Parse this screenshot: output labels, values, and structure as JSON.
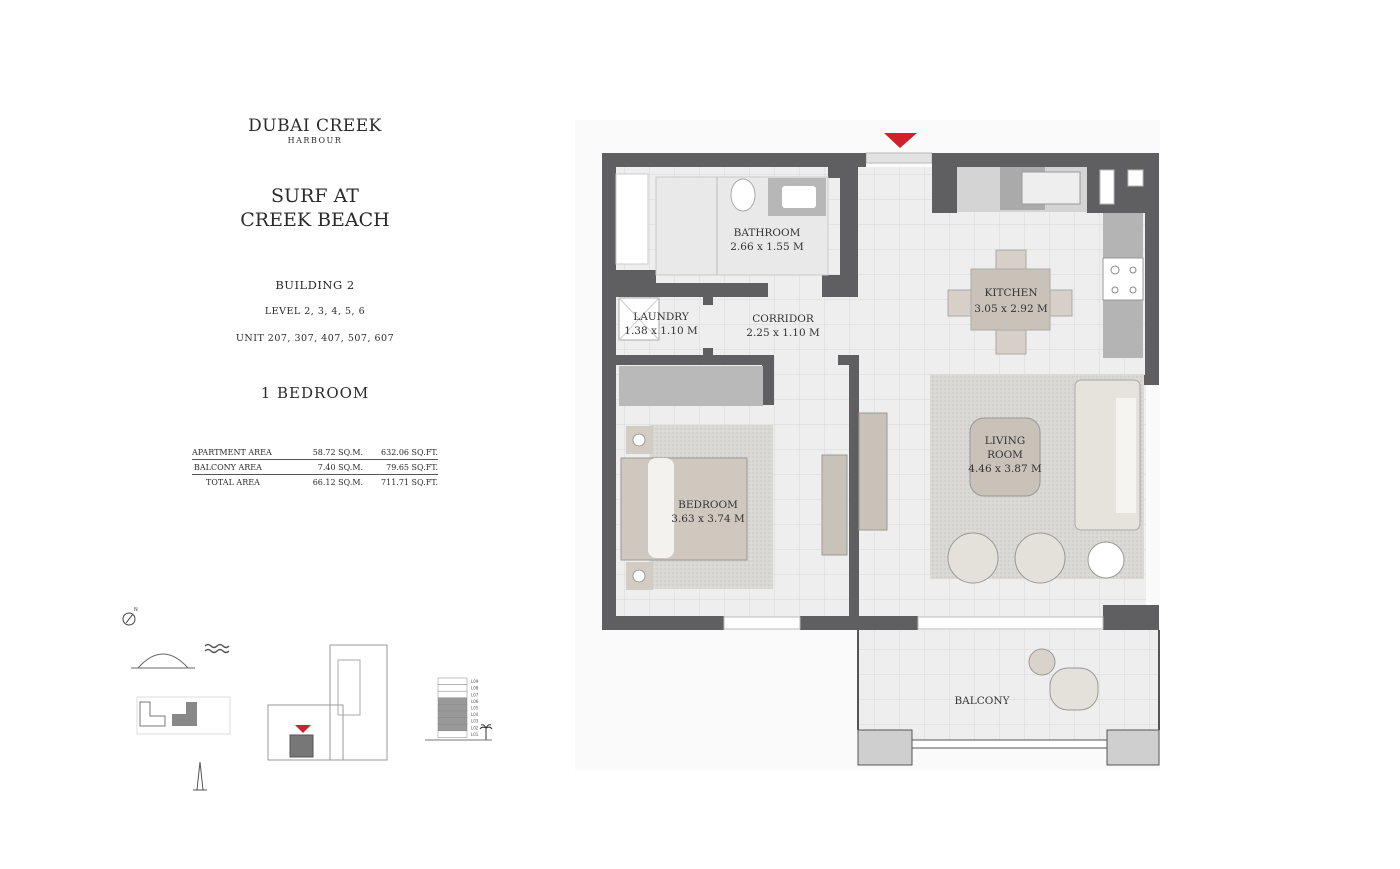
{
  "brand": {
    "name": "DUBAI CREEK",
    "sub": "HARBOUR"
  },
  "project": {
    "line1": "SURF AT",
    "line2": "CREEK BEACH"
  },
  "building": "BUILDING 2",
  "level": "LEVEL 2, 3, 4, 5, 6",
  "unit": "UNIT 207, 307, 407, 507, 607",
  "bedroom_type": "1 BEDROOM",
  "areas": [
    {
      "label": "APARTMENT AREA",
      "sqm": "58.72 SQ.M.",
      "sqft": "632.06 SQ.FT."
    },
    {
      "label": "BALCONY AREA",
      "sqm": "7.40 SQ.M.",
      "sqft": "79.65 SQ.FT."
    },
    {
      "label": "TOTAL AREA",
      "sqm": "66.12 SQ.M.",
      "sqft": "711.71 SQ.FT."
    }
  ],
  "rooms": {
    "bathroom": {
      "name": "BATHROOM",
      "size": "2.66 x 1.55 M"
    },
    "laundry": {
      "name": "LAUNDRY",
      "size": "1.38 x 1.10 M"
    },
    "corridor": {
      "name": "CORRIDOR",
      "size": "2.25 x 1.10 M"
    },
    "kitchen": {
      "name": "KITCHEN",
      "size": "3.05 x 2.92 M"
    },
    "living": {
      "name1": "LIVING",
      "name2": "ROOM",
      "size": "4.46 x 3.87 M"
    },
    "bedroom": {
      "name": "BEDROOM",
      "size": "3.63 x 3.74 M"
    },
    "balcony": {
      "name": "BALCONY"
    }
  },
  "compass_label": "N",
  "levels": [
    "L09",
    "L08",
    "L07",
    "L06",
    "L05",
    "L04",
    "L03",
    "L02",
    "L01"
  ],
  "highlighted_levels": [
    "L06",
    "L05",
    "L04",
    "L03",
    "L02"
  ],
  "colors": {
    "wall": "#5f5f62",
    "floor": "#ececec",
    "entry_marker": "#d0202a",
    "furniture": "#c9c2b8",
    "keyplan_unit": "#777777"
  }
}
